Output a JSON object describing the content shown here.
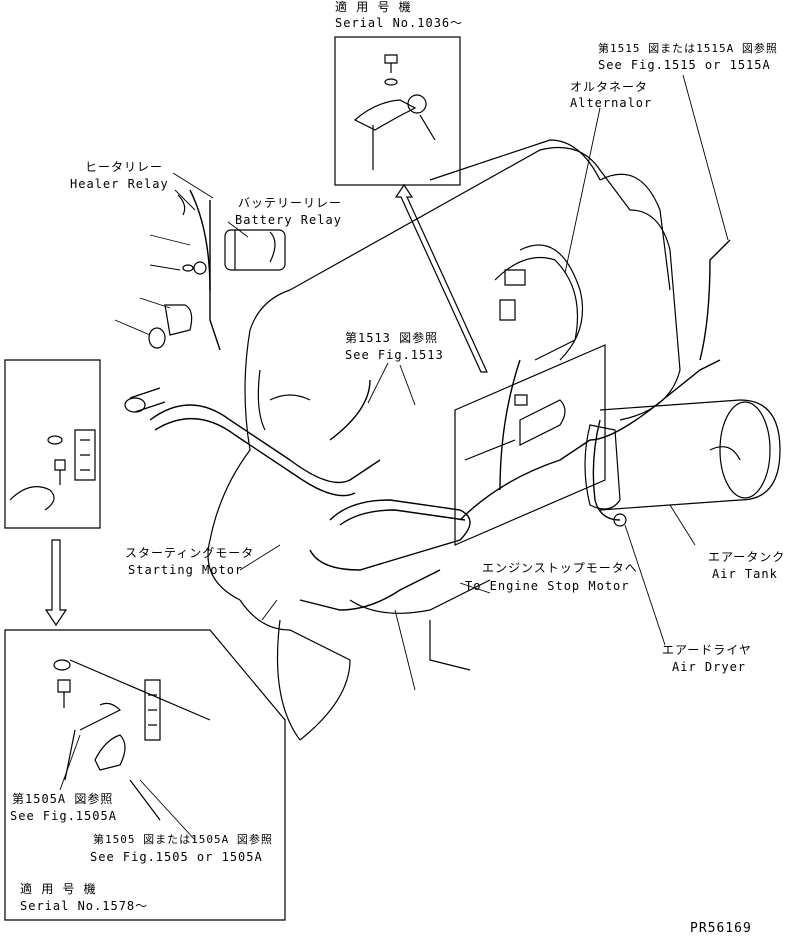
{
  "labels": {
    "serial_top_jp": "適 用 号 機",
    "serial_top_en": "Serial No.1036～",
    "see1515_jp": "第1515 図または1515A 図参照",
    "see1515_en": "See Fig.1515 or 1515A",
    "alternator_jp": "オルタネータ",
    "alternator_en": "Alternalor",
    "heater_relay_jp": "ヒータリレー",
    "heater_relay_en": "Healer Relay",
    "battery_relay_jp": "バッテリーリレー",
    "battery_relay_en": "Battery Relay",
    "see1513_jp": "第1513 図参照",
    "see1513_en": "See Fig.1513",
    "starting_motor_jp": "スターティングモータ",
    "starting_motor_en": "Starting Motor",
    "stop_motor_jp": "エンジンストップモータへ",
    "stop_motor_en": "To Engine Stop Motor",
    "air_tank_jp": "エアータンク",
    "air_tank_en": "Air Tank",
    "air_dryer_jp": "エアードライヤ",
    "air_dryer_en": "Air Dryer",
    "see1505a_jp": "第1505A 図参照",
    "see1505a_en": "See Fig.1505A",
    "see1505_jp": "第1505 図または1505A 図参照",
    "see1505_en": "See Fig.1505 or 1505A",
    "serial_bottom_jp": "適 用 号 機",
    "serial_bottom_en": "Serial No.1578～",
    "drawing_no": "PR56169"
  }
}
